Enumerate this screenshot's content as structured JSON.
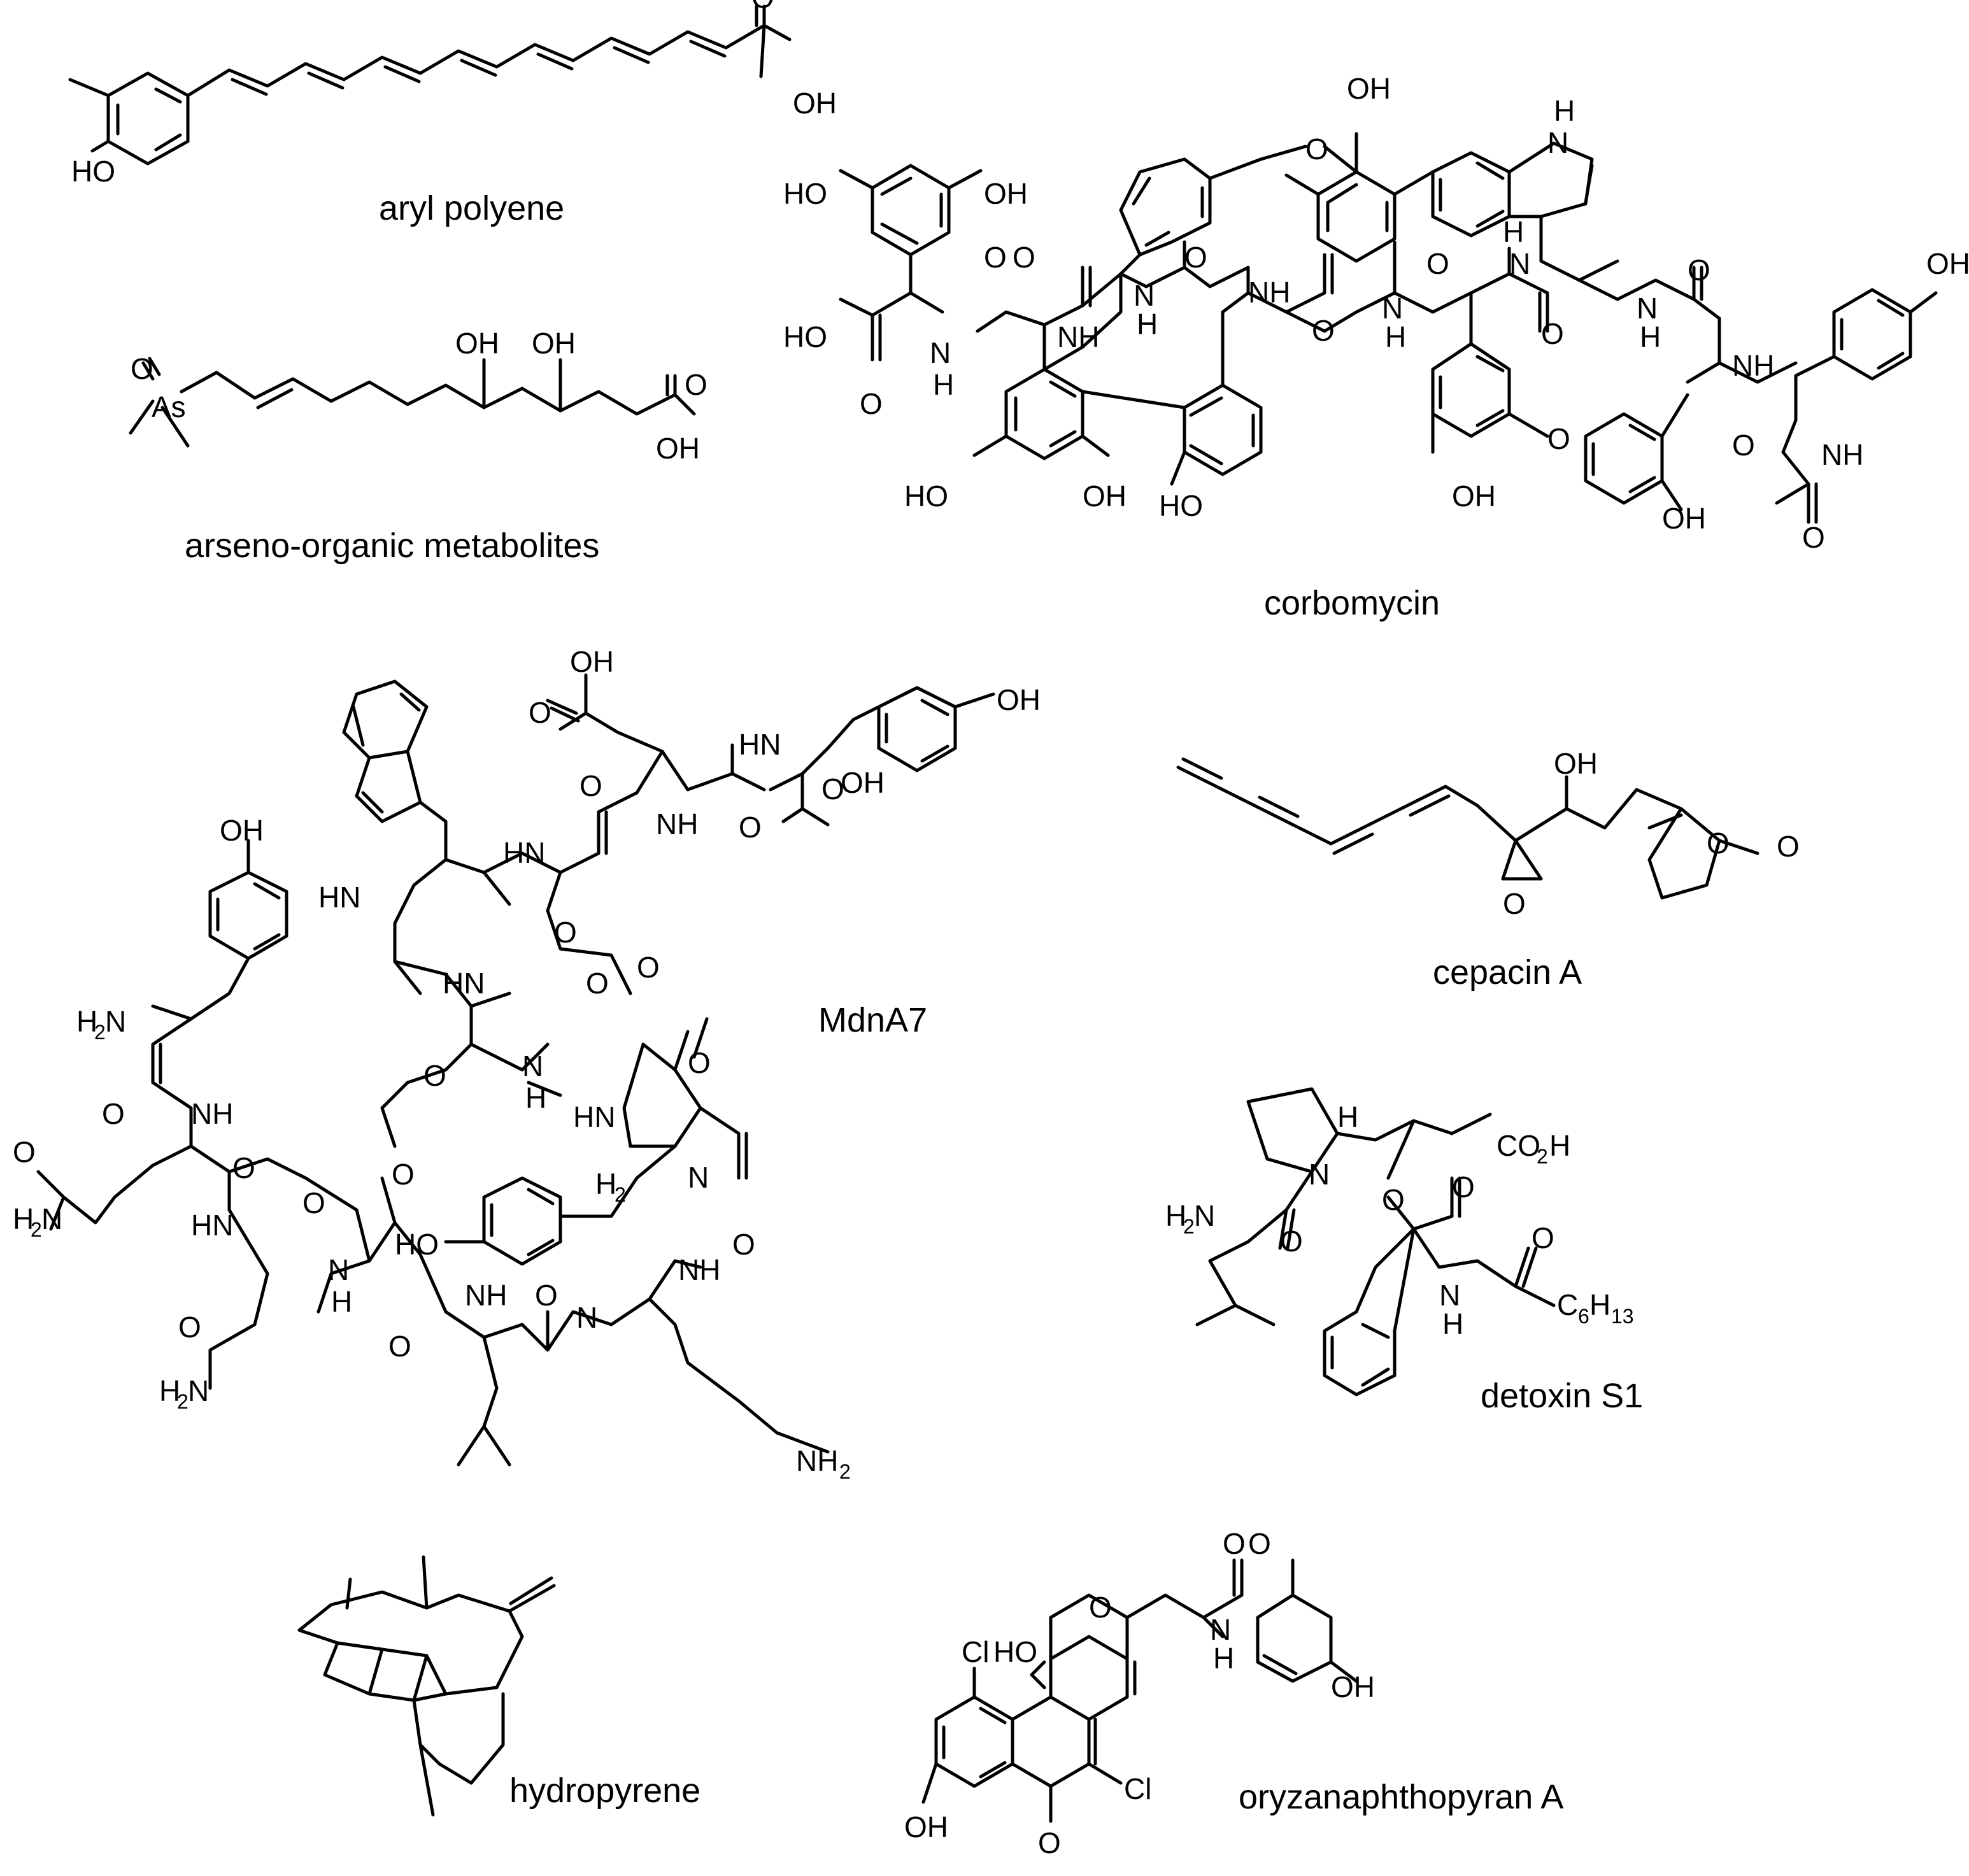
{
  "compounds": [
    {
      "id": "aryl",
      "name": "aryl polyene"
    },
    {
      "id": "arseno",
      "name": "arseno-organic metabolites"
    },
    {
      "id": "corbo",
      "name": "corbomycin"
    },
    {
      "id": "mdn",
      "name": "MdnA7"
    },
    {
      "id": "cepacin",
      "name": "cepacin A"
    },
    {
      "id": "detoxin",
      "name": "detoxin S1"
    },
    {
      "id": "hydro",
      "name": "hydropyrene"
    },
    {
      "id": "oryza",
      "name": "oryzanaphthopyran A"
    }
  ],
  "atoms": {
    "OH": "OH",
    "O": "O",
    "HO": "HO",
    "NH": "NH",
    "HN": "HN",
    "N": "N",
    "H": "H",
    "NH2": "NH",
    "H2N": "H",
    "As": "As",
    "Cl": "Cl",
    "CO2H": "CO",
    "H2": "H",
    "sub2": "2",
    "C6H13": "C",
    "sub6": "6",
    "sub13": "H",
    "sub13n": "13"
  }
}
